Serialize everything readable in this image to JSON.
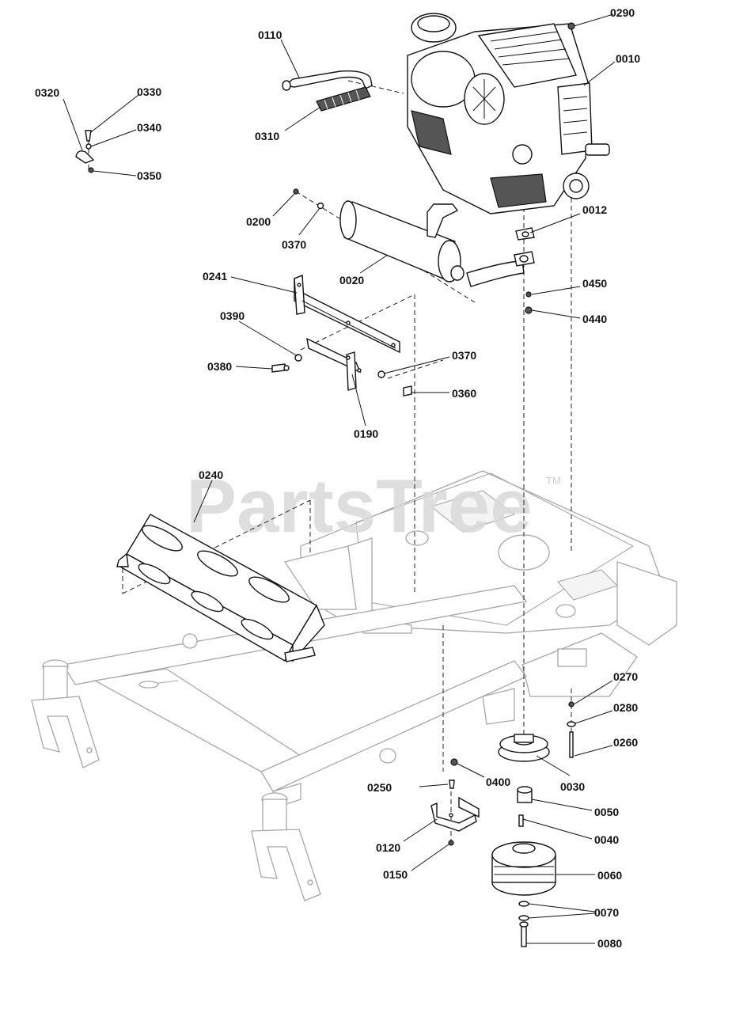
{
  "diagram": {
    "watermark": "PartsTree",
    "watermark_mark": "TM",
    "labels": {
      "p0010": "0010",
      "p0012": "0012",
      "p0020": "0020",
      "p0030": "0030",
      "p0040": "0040",
      "p0050": "0050",
      "p0060": "0060",
      "p0070": "0070",
      "p0080": "0080",
      "p0110": "0110",
      "p0120": "0120",
      "p0150": "0150",
      "p0190": "0190",
      "p0200": "0200",
      "p0240": "0240",
      "p0241": "0241",
      "p0250": "0250",
      "p0260": "0260",
      "p0270": "0270",
      "p0280": "0280",
      "p0290": "0290",
      "p0310": "0310",
      "p0320": "0320",
      "p0330": "0330",
      "p0340": "0340",
      "p0350": "0350",
      "p0360": "0360",
      "p0370a": "0370",
      "p0370b": "0370",
      "p0380": "0380",
      "p0390": "0390",
      "p0400": "0400",
      "p0440": "0440",
      "p0450": "0450"
    }
  }
}
